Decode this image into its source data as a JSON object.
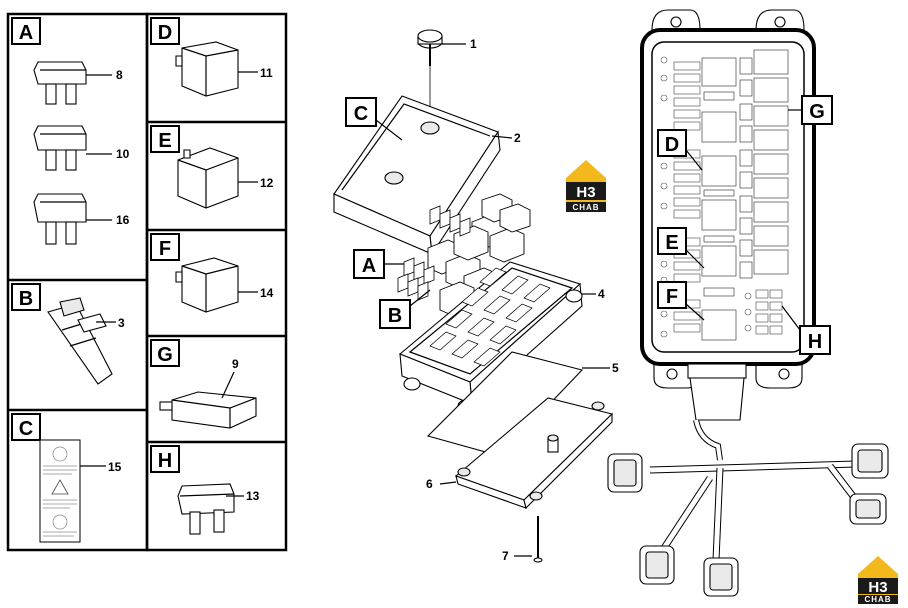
{
  "panels": [
    {
      "letter": "A",
      "items": [
        "8",
        "10",
        "16"
      ]
    },
    {
      "letter": "B",
      "items": [
        "3"
      ]
    },
    {
      "letter": "C",
      "items": [
        "15"
      ]
    },
    {
      "letter": "D",
      "items": [
        "11"
      ]
    },
    {
      "letter": "E",
      "items": [
        "12"
      ]
    },
    {
      "letter": "F",
      "items": [
        "14"
      ]
    },
    {
      "letter": "G",
      "items": [
        "9"
      ]
    },
    {
      "letter": "H",
      "items": [
        "13"
      ]
    }
  ],
  "exploded": {
    "callouts": [
      "1",
      "2",
      "4",
      "5",
      "6",
      "7"
    ],
    "letters": [
      "C",
      "A",
      "B"
    ]
  },
  "fusebox": {
    "letters": [
      "D",
      "E",
      "F",
      "G",
      "H"
    ]
  },
  "logo": {
    "main": "H3",
    "sub": "CHAB"
  },
  "colors": {
    "logo_yellow": "#f3b81b",
    "logo_dark": "#1a1a1a",
    "line": "#000000"
  }
}
